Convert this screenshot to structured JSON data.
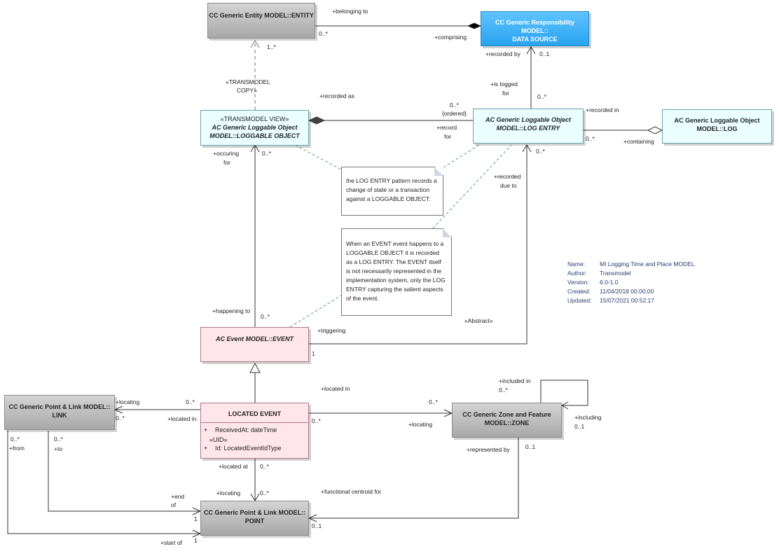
{
  "classes": {
    "entity": {
      "line1": "CC Generic Entity MODEL::ENTITY"
    },
    "datasource": {
      "line1": "CC Generic Responsibility MODEL::",
      "line2": "DATA SOURCE"
    },
    "loggable_object": {
      "stereotype": "«TRANSMODEL VIEW»",
      "line1": "AC Generic Loggable Object",
      "line2": "MODEL::LOGGABLE OBJECT"
    },
    "log_entry": {
      "line1": "AC Generic Loggable Object",
      "line2": "MODEL::LOG ENTRY"
    },
    "log": {
      "line1": "AC Generic Loggable Object",
      "line2": "MODEL::LOG"
    },
    "event": {
      "line1": "AC Event MODEL::EVENT"
    },
    "link": {
      "line1": "CC Generic Point & Link MODEL::",
      "line2": "LINK"
    },
    "located_event": {
      "title": "LOCATED EVENT",
      "attr1_vis": "+",
      "attr1": "ReceivedAt: dateTime",
      "attr2_stereo": "«UID»",
      "attr2_vis": "+",
      "attr2": "Id: LocatedEventIdType"
    },
    "zone": {
      "line1": "CC Generic Zone and Feature",
      "line2": "MODEL::ZONE"
    },
    "point": {
      "line1": "CC Generic Point & Link MODEL::",
      "line2": "POINT"
    }
  },
  "notes": {
    "note1": "the LOG ENTRY pattern records a change of state or a transaction against a LOGGABLE OBJECT.",
    "note2": "When an EVENT event happens to a LOGGABLE OBJECT it is recorded as a LOG ENTRY. The EVENT itself is not necessarily represented in the implementation system, only the LOG ENTRY capturing the salient aspects of the event."
  },
  "labels": {
    "belonging_to": "+belonging to",
    "m_0n_entity": "0..*",
    "comprising": "+comprising",
    "m_1n": "1..*",
    "transmodel_copy_1": "«TRANSMODEL",
    "transmodel_copy_2": "COPY»",
    "recorded_by": "+recorded by",
    "m_01_ds": "0..1",
    "is_logged_1": "+is logged",
    "is_logged_2": "for",
    "m_0n_is_logged": "0..*",
    "recorded_as": "+recorded as",
    "m_0n_ordered": "0..*",
    "ordered": "{ordered}",
    "record_for_1": "+record",
    "record_for_2": "for",
    "recorded_in_log": "+recorded in",
    "m_0n_log": "0..*",
    "containing": "+containing",
    "occuring_1": "+occuring",
    "occuring_2": "for",
    "m_0n_lo": "0..*",
    "recorded_due_1": "+recorded",
    "recorded_due_2": "due to",
    "m_0n_le": "0..*",
    "happening_to": "+happening to",
    "m_0n_ev": "0..*",
    "triggering": "+triggering",
    "m_1_ev": "1",
    "abstract": "«Abstract»",
    "located_in_top": "+located in",
    "included_in": "+included in",
    "m_0n_incl": "0..*",
    "including": "+including",
    "m_01_incl": "0..1",
    "locating_link": "+locating",
    "m_0n_link_a": "0..*",
    "m_0n_link_b": "0..*",
    "located_in_link": "+located in",
    "m_0n_zone": "0..*",
    "m_0n_le_zone": "0..*",
    "locating_zone": "+locating",
    "m_0n_from": "0..*",
    "from": "+from",
    "m_0n_to": "0..*",
    "to": "+to",
    "located_at": "+located at",
    "m_0n_lat": "0..*",
    "represented_by": "+represented by",
    "m_01_rep": "0..1",
    "end_of_1": "+end",
    "end_of_2": "of",
    "locating_point": "+locating",
    "m_0n_pt": "0..*",
    "functional_centroid": "+functional centroid for",
    "m_1_end": "1",
    "m_01_pt": "0..1",
    "start_of": "+start of",
    "m_1_start": "1"
  },
  "info": {
    "name_key": "Name:",
    "name_val": "MI Logging Time and Place MODEL",
    "author_key": "Author:",
    "author_val": "Transmodel",
    "version_key": "Version:",
    "version_val": "6.0-1.0",
    "created_key": "Created:",
    "created_val": "11/04/2018 00:00:00",
    "updated_key": "Updated:",
    "updated_val": "15/07/2021 00:52:17"
  },
  "colors": {
    "gray_class": "#b9b9b9",
    "datasource_class": "#39aef5",
    "view_class": "#ecffff",
    "event_class": "#ffe6ea",
    "info_text": "#2a3c70"
  }
}
